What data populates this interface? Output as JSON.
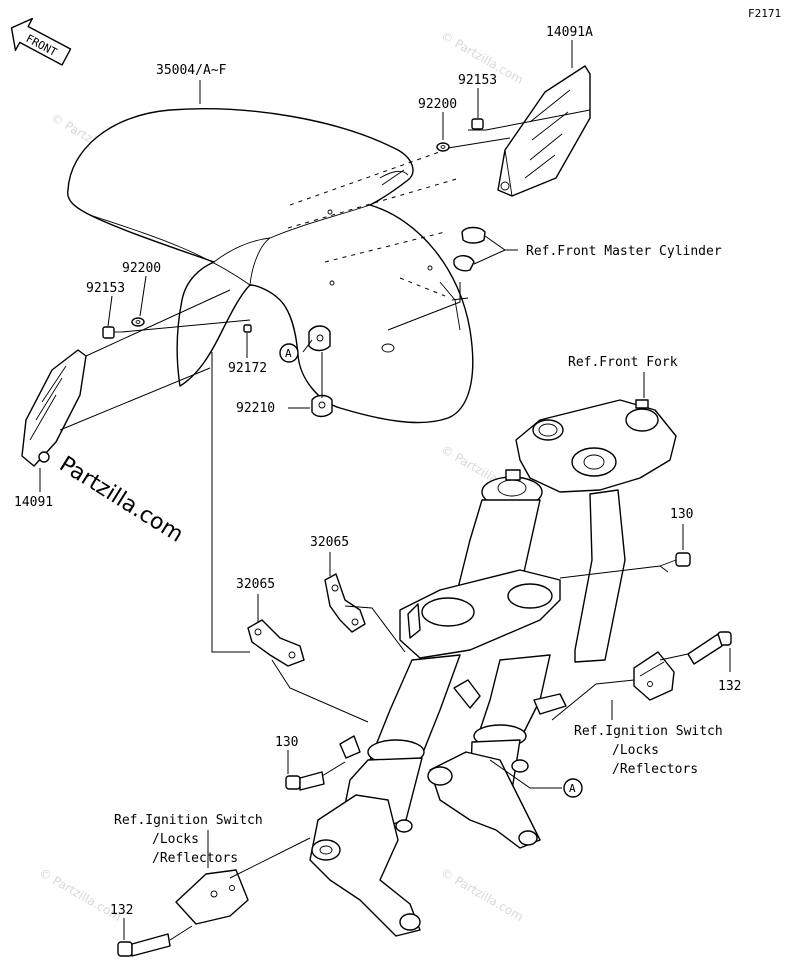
{
  "diagram": {
    "code": "F2171",
    "front_arrow_label": "FRONT",
    "watermark": "Partzilla.com",
    "watermark_faint": "© Partzilla.com",
    "callout_letter": "A",
    "labels": {
      "fender": "35004/A~F",
      "cover_right": "14091A",
      "cover_left": "14091",
      "bolt_92153_top": "92153",
      "washer_92200_top": "92200",
      "washer_92200_left": "92200",
      "bolt_92153_left": "92153",
      "bolt_92172": "92172",
      "grommet_92210": "92210",
      "bracket_32065_upper": "32065",
      "bracket_32065_lower": "32065",
      "bolt_130_right": "130",
      "bolt_130_left": "130",
      "bolt_132_right": "132",
      "bolt_132_left": "132",
      "ref_master_cylinder": "Ref.Front Master Cylinder",
      "ref_front_fork": "Ref.Front Fork",
      "ref_ignition_right_1": "Ref.Ignition Switch",
      "ref_ignition_right_2": "/Locks",
      "ref_ignition_right_3": "/Reflectors",
      "ref_ignition_left_1": "Ref.Ignition Switch",
      "ref_ignition_left_2": "/Locks",
      "ref_ignition_left_3": "/Reflectors"
    }
  }
}
